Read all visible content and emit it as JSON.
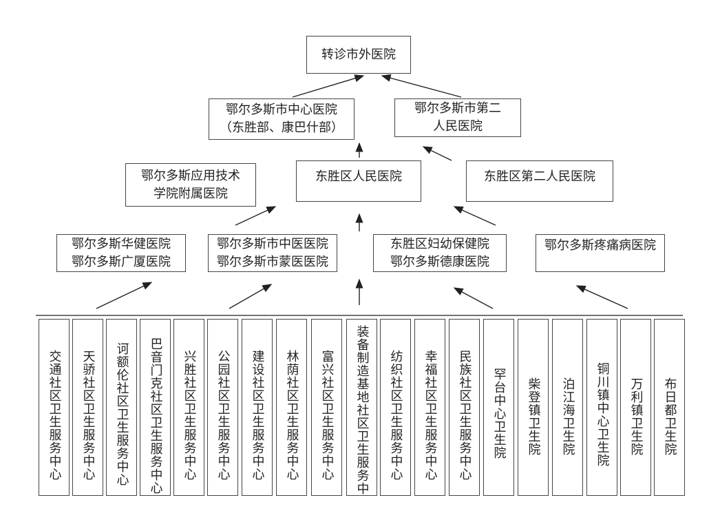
{
  "top": {
    "label": "转诊市外医院"
  },
  "level2": [
    {
      "lines": [
        "鄂尔多斯市中心医院",
        "（东胜部、康巴什部）"
      ]
    },
    {
      "lines": [
        "鄂尔多斯市第二",
        "人民医院"
      ]
    }
  ],
  "level3": [
    {
      "lines": [
        "鄂尔多斯应用技术",
        "学院附属医院"
      ]
    },
    {
      "lines": [
        "东胜区人民医院"
      ]
    },
    {
      "lines": [
        "东胜区第二人民医院"
      ]
    }
  ],
  "level4": [
    {
      "lines": [
        "鄂尔多斯华健医院",
        "鄂尔多斯广厦医院"
      ]
    },
    {
      "lines": [
        "鄂尔多斯市中医医院",
        "鄂尔多斯市蒙医医院"
      ]
    },
    {
      "lines": [
        "东胜区妇幼保健院",
        "鄂尔多斯德康医院"
      ]
    },
    {
      "lines": [
        "鄂尔多斯疼痛病医院"
      ]
    }
  ],
  "grassroots": [
    "交通社区卫生服务中心",
    "天骄社区卫生服务中心",
    "诃额伦社区卫生服务中心",
    "巴音门克社区卫生服务中心",
    "兴胜社区卫生服务中心",
    "公园社区卫生服务中心",
    "建设社区卫生服务中心",
    "林荫社区卫生服务中心",
    "富兴社区卫生服务中心",
    "装备制造基地社区卫生服务中",
    "纺织社区卫生服务中心",
    "幸福社区卫生服务中心",
    "民族社区卫生服务中心",
    "罕台中心卫生院",
    "柴登镇卫生院",
    "泊江海卫生院",
    "铜川镇中心卫生院",
    "万利镇卫生院",
    "布日都卫生院"
  ]
}
